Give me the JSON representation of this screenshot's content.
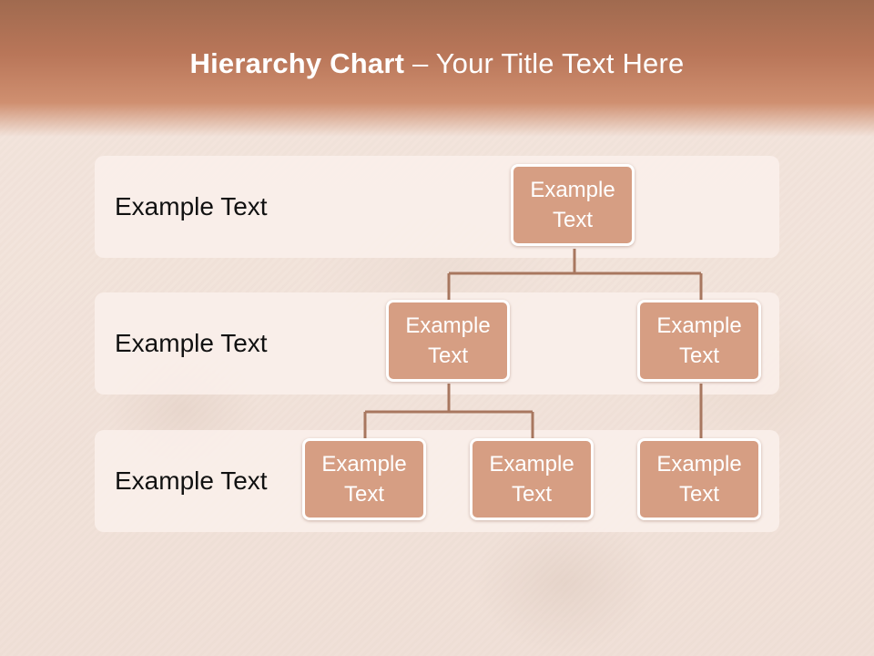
{
  "slide": {
    "title_bold": "Hierarchy Chart",
    "title_dash": " – ",
    "title_rest": "Your Title Text Here"
  },
  "levels": [
    {
      "label": "Example Text"
    },
    {
      "label": "Example Text"
    },
    {
      "label": "Example Text"
    }
  ],
  "nodes": {
    "root": "Example Text",
    "level2_left": "Example Text",
    "level2_right": "Example Text",
    "level3_left": "Example Text",
    "level3_middle": "Example Text",
    "level3_right": "Example Text"
  },
  "colors": {
    "header": "#b97659",
    "node_fill": "#d69e83",
    "node_border": "#ffffff",
    "connector": "#a8775f"
  }
}
